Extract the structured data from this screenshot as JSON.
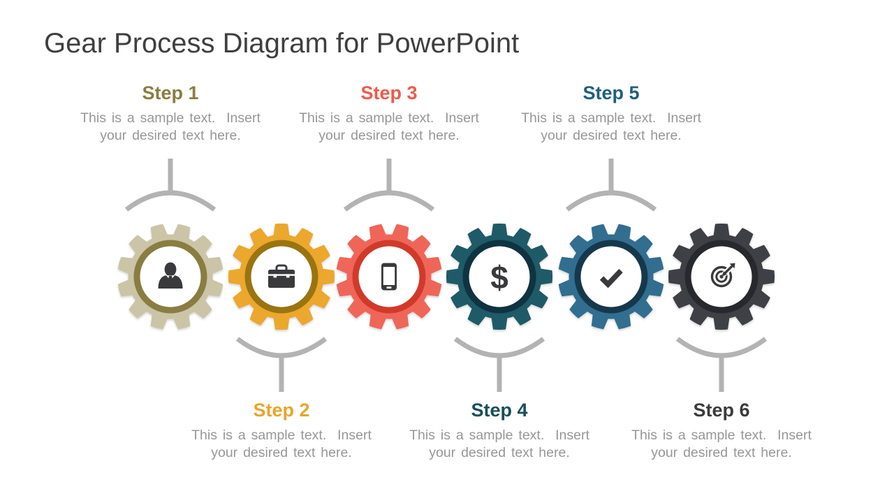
{
  "slide": {
    "title": "Gear Process Diagram for PowerPoint",
    "title_color": "#3F3F3F",
    "background_color": "#FFFFFF",
    "connector_color": "#B3B3B3",
    "icon_color": "#3A3A3C"
  },
  "steps": [
    {
      "label": "Step 1",
      "position": "top",
      "label_color": "#8A7D42",
      "gear_color": "#CBC4A6",
      "ring_color": "#8A7D42",
      "icon": "person-icon",
      "desc_line1": "This is a sample text.  Insert",
      "desc_line2": "your desired text here."
    },
    {
      "label": "Step 2",
      "position": "bottom",
      "label_color": "#E9A42C",
      "gear_color": "#ECA72D",
      "ring_color": "#9A7411",
      "icon": "briefcase-icon",
      "desc_line1": "This is a sample text.  Insert",
      "desc_line2": "your desired text here."
    },
    {
      "label": "Step 3",
      "position": "top",
      "label_color": "#EF5B4B",
      "gear_color": "#EF6658",
      "ring_color": "#D13A2A",
      "icon": "smartphone-icon",
      "desc_line1": "This is a sample text.  Insert",
      "desc_line2": "your desired text here."
    },
    {
      "label": "Step 4",
      "position": "bottom",
      "label_color": "#164F5C",
      "gear_color": "#1E5A67",
      "ring_color": "#0F3340",
      "icon": "dollar-icon",
      "desc_line1": "This is a sample text.  Insert",
      "desc_line2": "your desired text here."
    },
    {
      "label": "Step 5",
      "position": "top",
      "label_color": "#1F5F80",
      "gear_color": "#316E90",
      "ring_color": "#16384C",
      "icon": "check-icon",
      "desc_line1": "This is a sample text.  Insert",
      "desc_line2": "your desired text here."
    },
    {
      "label": "Step 6",
      "position": "bottom",
      "label_color": "#3B3B3B",
      "gear_color": "#3E4046",
      "ring_color": "#27292E",
      "icon": "target-icon",
      "desc_line1": "This is a sample text.  Insert",
      "desc_line2": "your desired text here."
    }
  ]
}
